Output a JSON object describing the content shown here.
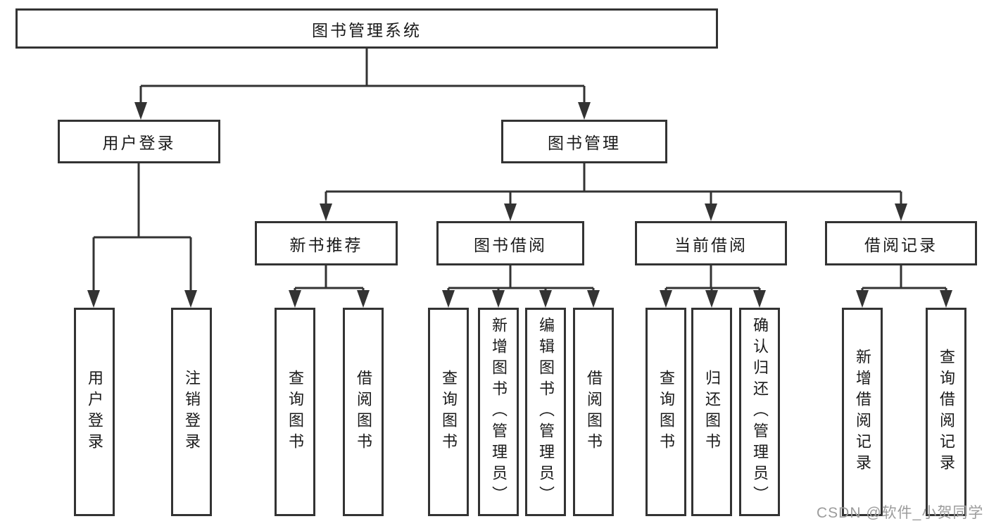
{
  "tree": {
    "root": {
      "label": "图书管理系统"
    },
    "branches": [
      {
        "label": "用户登录",
        "children": [
          {
            "label": "用户登录"
          },
          {
            "label": "注销登录"
          }
        ]
      },
      {
        "label": "图书管理",
        "children": [
          {
            "label": "新书推荐",
            "children": [
              {
                "label": "查询图书"
              },
              {
                "label": "借阅图书"
              }
            ]
          },
          {
            "label": "图书借阅",
            "children": [
              {
                "label": "查询图书"
              },
              {
                "label": "新增图书（管理员）"
              },
              {
                "label": "编辑图书（管理员）"
              },
              {
                "label": "借阅图书"
              }
            ]
          },
          {
            "label": "当前借阅",
            "children": [
              {
                "label": "查询图书"
              },
              {
                "label": "归还图书"
              },
              {
                "label": "确认归还（管理员）"
              }
            ]
          },
          {
            "label": "借阅记录",
            "children": [
              {
                "label": "新增借阅记录"
              },
              {
                "label": "查询借阅记录"
              }
            ]
          }
        ]
      }
    ]
  },
  "watermark": {
    "text": "CSDN @软件_小贺同学"
  },
  "colors": {
    "line": "#333333",
    "text": "#1a1a1a",
    "watermark": "#9c9c9c",
    "background": "#ffffff"
  }
}
